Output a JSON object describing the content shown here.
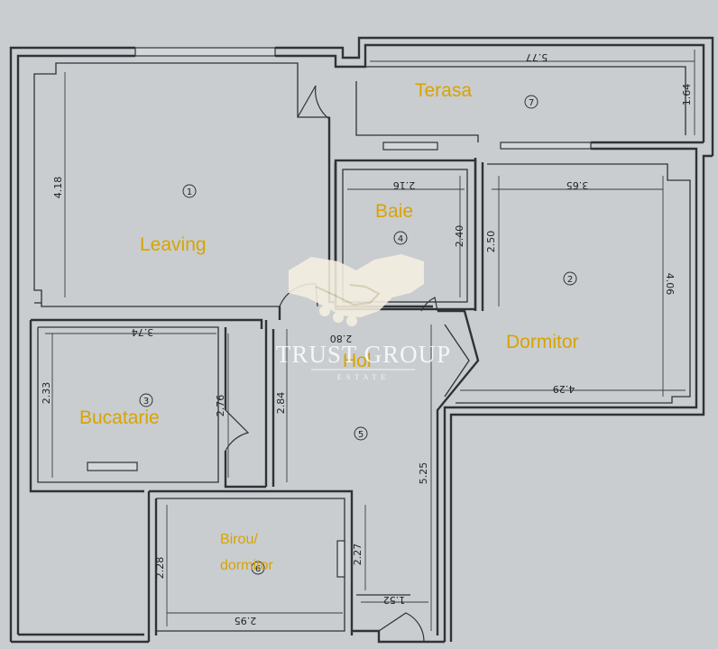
{
  "rooms": [
    {
      "id": "leaving",
      "label": "Leaving",
      "number": "1"
    },
    {
      "id": "dormitor",
      "label": "Dormitor",
      "number": "2"
    },
    {
      "id": "bucatarie",
      "label": "Bucatarie",
      "number": "3"
    },
    {
      "id": "baie",
      "label": "Baie",
      "number": "4"
    },
    {
      "id": "hol",
      "label": "Hol",
      "number": "5"
    },
    {
      "id": "birou",
      "label_line1": "Birou/",
      "label_line2": "dormitor",
      "number": "6"
    },
    {
      "id": "terasa",
      "label": "Terasa",
      "number": "7"
    }
  ],
  "dimensions": {
    "terasa_width": "5.77",
    "terasa_depth": "1.64",
    "leaving_height": "4.18",
    "baie_width": "2.16",
    "baie_height": "2.40",
    "dormitor_top_width": "3.65",
    "dormitor_left_height": "2.50",
    "dormitor_height": "4.06",
    "dormitor_bottom_width": "4.29",
    "bucatarie_width": "3.74",
    "bucatarie_left_height": "2.33",
    "bucatarie_right_height": "2.76",
    "hol_top_width": "2.80",
    "hol_left_height": "2.84",
    "hol_right_height": "5.25",
    "birou_height_left": "2.28",
    "birou_height_right": "2.27",
    "birou_width": "2.95",
    "entrance_width": "1.52"
  },
  "watermark": {
    "brand": "TRUST GROUP",
    "sub": "ESTATE"
  },
  "colors": {
    "background": "#c9cdd0",
    "wall": "#2f3236",
    "room_label": "#d8a300",
    "watermark": "#ffffff"
  }
}
